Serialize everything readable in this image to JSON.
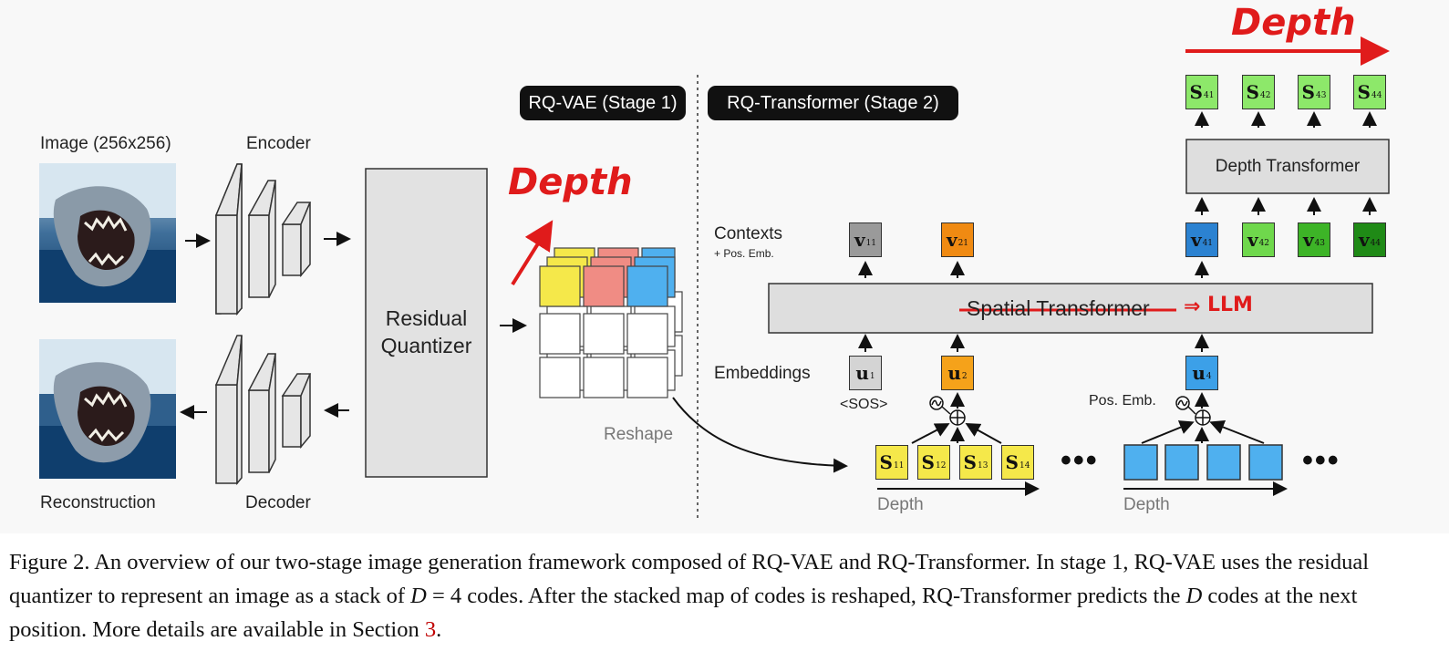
{
  "figure": {
    "stage1_badge": "RQ-VAE (Stage 1)",
    "stage2_badge": "RQ-Transformer (Stage 2)",
    "image_label": "Image (256x256)",
    "encoder_label": "Encoder",
    "decoder_label": "Decoder",
    "reconstruction_label": "Reconstruction",
    "quantizer_line1": "Residual",
    "quantizer_line2": "Quantizer",
    "reshape_label": "Reshape",
    "contexts_label": "Contexts",
    "pos_emb_small": "+ Pos. Emb.",
    "embeddings_label": "Embeddings",
    "sos_label": "<SOS>",
    "pos_emb_label": "Pos. Emb.",
    "spatial_transformer_label": "Spatial Transformer",
    "depth_transformer_label": "Depth Transformer",
    "depth_axis_1": "Depth",
    "depth_axis_2": "Depth",
    "ellipsis_1": "•••",
    "ellipsis_2": "•••",
    "tokens": {
      "s41": "S",
      "s42": "S",
      "s43": "S",
      "s44": "S",
      "v11": "v",
      "v21": "v",
      "v41": "v",
      "v42": "v",
      "v43": "v",
      "v44": "v",
      "u1": "u",
      "u2": "u",
      "u4": "u",
      "s11": "S",
      "s12": "S",
      "s13": "S",
      "s14": "S"
    },
    "subs": {
      "s41": "41",
      "s42": "42",
      "s43": "43",
      "s44": "44",
      "v11": "11",
      "v21": "21",
      "v41": "41",
      "v42": "42",
      "v43": "43",
      "v44": "44",
      "u1": "1",
      "u2": "2",
      "u4": "4",
      "s11": "11",
      "s12": "12",
      "s13": "13",
      "s14": "14"
    },
    "colors": {
      "yellow": "#f5e84a",
      "salmon": "#f08c84",
      "blue": "#4fb0ef",
      "green_light": "#8de86a",
      "green_mid": "#4bbf2d",
      "green_dark": "#1f8a16",
      "orange": "#f08a12",
      "orange_u": "#f5a21a",
      "gray": "#9a9a9a",
      "red_annot": "#e01b1b"
    }
  },
  "annotations": {
    "depth_top": "Depth",
    "depth_cube": "Depth",
    "llm": "LLM",
    "arrow_symbol": "⇒"
  },
  "caption": {
    "prefix": "Figure 2.  An overview of our two-stage image generation framework composed of RQ-VAE and RQ-Transformer.  In stage 1, RQ-VAE uses the residual quantizer to represent an image as a stack of ",
    "math1": "D",
    "eq": " = 4 codes.  After the stacked map of codes is reshaped, RQ-Transformer predicts the ",
    "math2": "D",
    "suffix": " codes at the next position. More details are available in Section ",
    "section_ref": "3",
    "end": "."
  }
}
